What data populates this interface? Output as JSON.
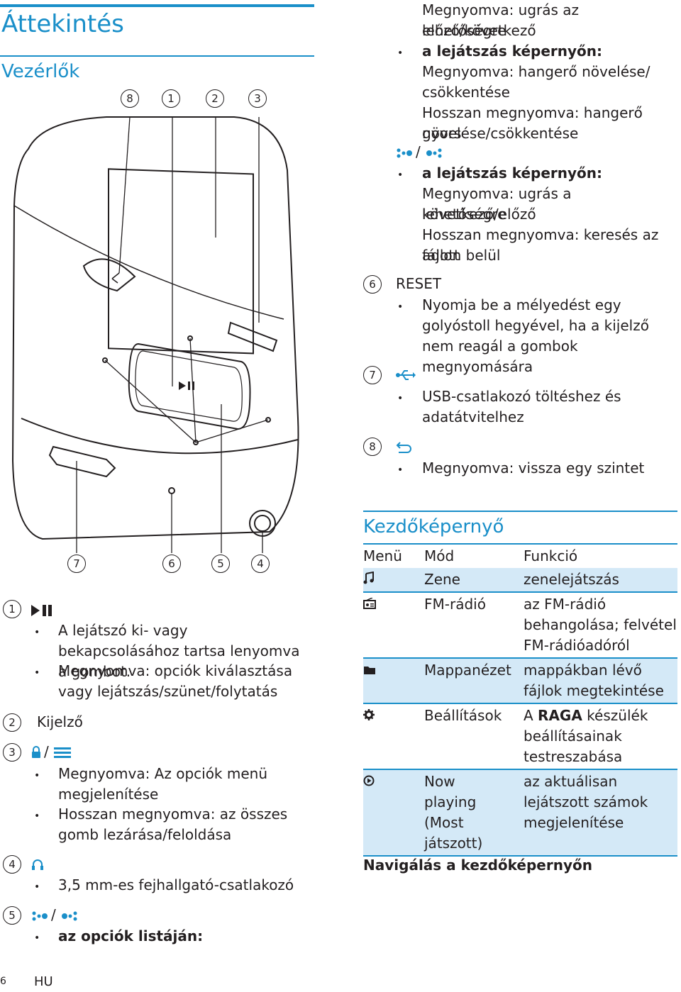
{
  "header": {
    "title": "Áttekintés",
    "subtitle": "Vezérlők"
  },
  "callouts": {
    "top": [
      "8",
      "1",
      "2",
      "3"
    ],
    "bottom": [
      "7",
      "6",
      "5",
      "4"
    ]
  },
  "left_items": [
    {
      "num": "1",
      "bullets": [
        "A lejátszó ki- vagy bekapcsolásához tartsa lenyomva a gombot.",
        "Megnyomva: opciók kiválasztása vagy lejátszás/szünet/folytatás"
      ]
    },
    {
      "num": "2",
      "label": "Kijelző"
    },
    {
      "num": "3",
      "sep": "/",
      "bullets": [
        "Megnyomva: Az opciók menü megjelenítése",
        "Hosszan megnyomva: az összes gomb lezárása/feloldása"
      ]
    },
    {
      "num": "4",
      "bullets": [
        "3,5 mm-es fejhallgató-csatlakozó"
      ]
    },
    {
      "num": "5",
      "sep": "/",
      "bullets": [
        "az opciók listáján:"
      ]
    }
  ],
  "right_top": {
    "line1": "Megnyomva: ugrás az előző/következő",
    "line2": "lehetőségre",
    "b1_title": "a lejátszás képernyőn:",
    "b1_lines": [
      "Megnyomva: hangerő növelése/",
      "csökkentése",
      "Hosszan megnyomva: hangerő gyors",
      "növelése/csökkentése"
    ],
    "sep": "/",
    "b2_title": "a lejátszás képernyőn:",
    "b2_lines": [
      "Megnyomva: ugrás a következő/előző",
      "lehetőségre",
      "Hosszan megnyomva: keresés az adott",
      "fájlon belül"
    ]
  },
  "right_items": [
    {
      "num": "6",
      "label": "RESET",
      "bullets": [
        "Nyomja be a mélyedést egy golyóstoll hegyével, ha a kijelző nem reagál a gombok megnyomására"
      ]
    },
    {
      "num": "7",
      "bullets": [
        "USB-csatlakozó töltéshez és adatátvitelhez"
      ]
    },
    {
      "num": "8",
      "bullets": [
        "Megnyomva: vissza egy szintet"
      ]
    }
  ],
  "home": {
    "title": "Kezdőképernyő",
    "headers": {
      "menu": "Menü",
      "mode": "Mód",
      "func": "Funkció"
    },
    "rows": [
      {
        "icon": "music-note-icon",
        "mode": "Zene",
        "func": "zenelejátszás"
      },
      {
        "icon": "radio-icon",
        "mode": "FM-rádió",
        "func": "az FM-rádió behangolása; felvétel FM-rádióadóról"
      },
      {
        "icon": "folder-icon",
        "mode": "Mappanézet",
        "func": "mappákban lévő fájlok megtekintése"
      },
      {
        "icon": "gear-icon",
        "mode": "Beállítások",
        "func_pre": "A ",
        "func_bold": "RAGA",
        "func_post": " készülék beállításainak testreszabása"
      },
      {
        "icon": "play-circle-icon",
        "mode": "Now playing (Most játszott)",
        "func": "az aktuálisan lejátszott számok megjelenítése"
      }
    ],
    "nav_heading": "Navigálás a kezdőképernyőn"
  },
  "footer": {
    "page": "6",
    "lang": "HU"
  },
  "colors": {
    "accent": "#1a8fc9",
    "table_shade": "#d4e9f7",
    "text": "#231f20"
  }
}
